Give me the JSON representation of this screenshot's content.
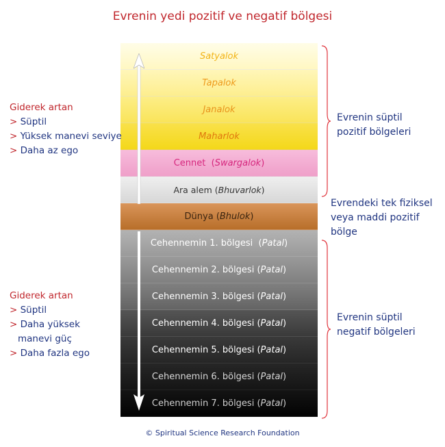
{
  "title": "Evrenin yedi pozitif ve negatif bölgesi",
  "bands": [
    {
      "id": "satyalok",
      "text": "Satyalok",
      "italic": true
    },
    {
      "id": "tapalok",
      "text": "Tapalok",
      "italic": true
    },
    {
      "id": "janalok",
      "text": "Janalok",
      "italic": true
    },
    {
      "id": "maharlok",
      "text": "Maharlok",
      "italic": true
    },
    {
      "id": "cennet",
      "main": "Cennet",
      "paren_open": "(",
      "sub": "Swargalok",
      "paren_close": ")"
    },
    {
      "id": "ara-alem",
      "main": "Ara alem",
      "paren_open": "(",
      "sub": "Bhuvarlok",
      "paren_close": ")"
    },
    {
      "id": "dunya",
      "main": "Dünya",
      "paren_open": "(",
      "sub": "Bhulok",
      "paren_close": ")"
    },
    {
      "id": "hell1",
      "main": "Cehennemin 1. bölgesi",
      "paren_open": "(",
      "sub": "Patal",
      "paren_close": ")"
    },
    {
      "id": "hell2",
      "main": "Cehennemin 2. bölgesi",
      "paren_open": "(",
      "sub": "Patal",
      "paren_close": ")"
    },
    {
      "id": "hell3",
      "main": "Cehennemin 3. bölgesi",
      "paren_open": "(",
      "sub": "Patal",
      "paren_close": ")"
    },
    {
      "id": "hell4",
      "main": "Cehennemin 4. bölgesi",
      "paren_open": "(",
      "sub": "Patal",
      "paren_close": ")"
    },
    {
      "id": "hell5",
      "main": "Cehennemin 5. bölgesi",
      "paren_open": "(",
      "sub": "Patal",
      "paren_close": ")"
    },
    {
      "id": "hell6",
      "main": "Cehennemin 6. bölgesi",
      "paren_open": "(",
      "sub": "Patal",
      "paren_close": ")"
    },
    {
      "id": "hell7",
      "main": "Cehennemin 7. bölgesi",
      "paren_open": "(",
      "sub": "Patal",
      "paren_close": ")"
    }
  ],
  "left_top": {
    "heading": "Giderek artan",
    "marker": ">",
    "items": [
      "Süptil",
      "Yüksek manevi seviye",
      "Daha az ego"
    ]
  },
  "left_bottom": {
    "heading": "Giderek artan",
    "marker": ">",
    "items": [
      "Süptil",
      "Daha yüksek",
      "manevi güç",
      "Daha fazla ego"
    ]
  },
  "right": {
    "positive": [
      "Evrenin süptil",
      "pozitif bölgeleri"
    ],
    "physical": [
      "Evrendeki tek fiziksel",
      "veya maddi pozitif",
      "bölge"
    ],
    "negative": [
      "Evrenin süptil",
      "negatif bölgeleri"
    ]
  },
  "footer": "© Spiritual Science Research Foundation",
  "colors": {
    "title": "#c0262c",
    "accent_red": "#c0262c",
    "blue_text": "#1f3480",
    "brace": "#e0343c",
    "band_yellow_light": "#fffbd8",
    "band_yellow_strong": "#f7dc2a",
    "band_pink": "#f3a9cf",
    "band_gray_light": "#e2e2e2",
    "band_earth": "#c07a32",
    "band_hell_light": "#aaaaaa",
    "band_hell_dark": "#060606"
  }
}
